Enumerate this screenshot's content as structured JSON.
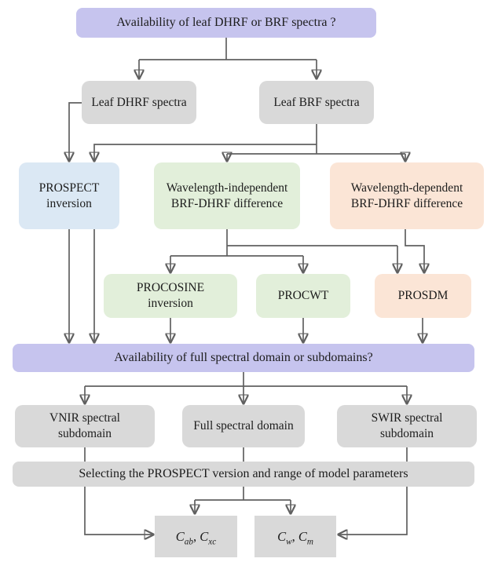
{
  "figure": {
    "type": "flowchart",
    "title": "Leaf spectra inversion workflow"
  },
  "colors": {
    "purple": "#c6c4ee",
    "gray": "#d9d9d9",
    "blue": "#dbe8f4",
    "green": "#e2efda",
    "peach": "#fbe5d6",
    "line": "#606060",
    "text": "#1c1c1c",
    "bg": "#ffffff"
  },
  "nodes": {
    "q_availability_spectra": "Availability of  leaf DHRF or BRF spectra ?",
    "leaf_dhrf": "Leaf DHRF spectra",
    "leaf_brf": "Leaf BRF spectra",
    "prospect_inversion": "PROSPECT inversion",
    "wavelength_independent": "Wavelength-independent BRF-DHRF difference",
    "wavelength_dependent": "Wavelength-dependent BRF-DHRF difference",
    "procosine_inversion": "PROCOSINE inversion",
    "procwt": "PROCWT",
    "prosdm": "PROSDM",
    "q_availability_domain": "Availability of full spectral domain or subdomains?",
    "vnir_subdomain": "VNIR spectral subdomain",
    "full_domain": "Full spectral domain",
    "swir_subdomain": "SWIR spectral subdomain",
    "selecting": "Selecting the PROSPECT version and range of model parameters",
    "out_pigments": {
      "terms": [
        {
          "base": "C",
          "sub": "ab"
        },
        {
          "base": "C",
          "sub": "xc"
        }
      ],
      "separator": ", "
    },
    "out_water_matter": {
      "terms": [
        {
          "base": "C",
          "sub": "w"
        },
        {
          "base": "C",
          "sub": "m"
        }
      ],
      "separator": ", "
    }
  }
}
